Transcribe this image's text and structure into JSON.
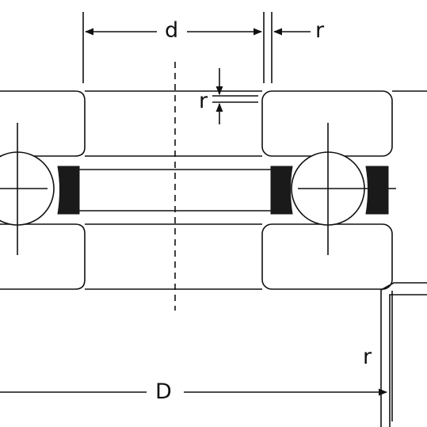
{
  "diagram": {
    "type": "thrust ball bearing cross-section",
    "labels": {
      "bore_diameter": "d",
      "outer_diameter": "D",
      "chamfer_top": "r",
      "chamfer_left_housing": "r",
      "chamfer_bottom_right": "r"
    },
    "colors": {
      "line": "#111111",
      "background": "#ffffff",
      "cage": "#1a1a1a"
    }
  }
}
